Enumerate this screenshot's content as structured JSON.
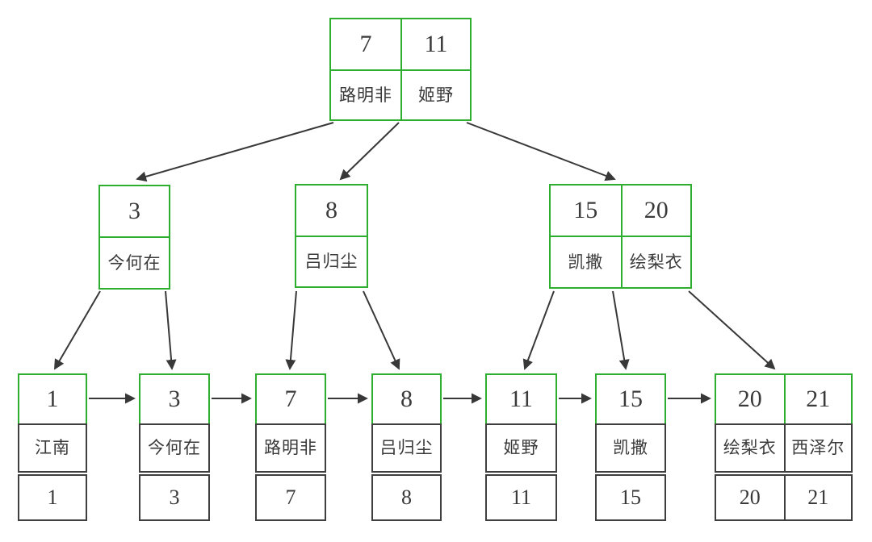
{
  "tree": {
    "root": {
      "keys": [
        "7",
        "11"
      ],
      "names": [
        "路明非",
        "姬野"
      ]
    },
    "internal": [
      {
        "keys": [
          "3"
        ],
        "names": [
          "今何在"
        ]
      },
      {
        "keys": [
          "8"
        ],
        "names": [
          "吕归尘"
        ]
      },
      {
        "keys": [
          "15",
          "20"
        ],
        "names": [
          "凯撒",
          "绘梨衣"
        ]
      }
    ],
    "leaves": [
      {
        "keys": [
          "1"
        ],
        "names": [
          "江南"
        ],
        "values": [
          "1"
        ]
      },
      {
        "keys": [
          "3"
        ],
        "names": [
          "今何在"
        ],
        "values": [
          "3"
        ]
      },
      {
        "keys": [
          "7"
        ],
        "names": [
          "路明非"
        ],
        "values": [
          "7"
        ]
      },
      {
        "keys": [
          "8"
        ],
        "names": [
          "吕归尘"
        ],
        "values": [
          "8"
        ]
      },
      {
        "keys": [
          "11"
        ],
        "names": [
          "姬野"
        ],
        "values": [
          "11"
        ]
      },
      {
        "keys": [
          "15"
        ],
        "names": [
          "凯撒"
        ],
        "values": [
          "15"
        ]
      },
      {
        "keys": [
          "20",
          "21"
        ],
        "names": [
          "绘梨衣",
          "西泽尔"
        ],
        "values": [
          "20",
          "21"
        ]
      }
    ],
    "edges": {
      "root_children": [
        "internal-0",
        "internal-1",
        "internal-2"
      ],
      "internal_children": [
        [
          "leaf-0",
          "leaf-1"
        ],
        [
          "leaf-2",
          "leaf-3"
        ],
        [
          "leaf-4",
          "leaf-5",
          "leaf-6"
        ]
      ],
      "leaf_chain": [
        "leaf-0",
        "leaf-1",
        "leaf-2",
        "leaf-3",
        "leaf-4",
        "leaf-5",
        "leaf-6"
      ]
    },
    "colors": {
      "index_border": "#2eae2e",
      "data_border": "#3f3f3f",
      "arrow": "#383838",
      "text": "#3a3a3a",
      "background": "#ffffff"
    }
  }
}
